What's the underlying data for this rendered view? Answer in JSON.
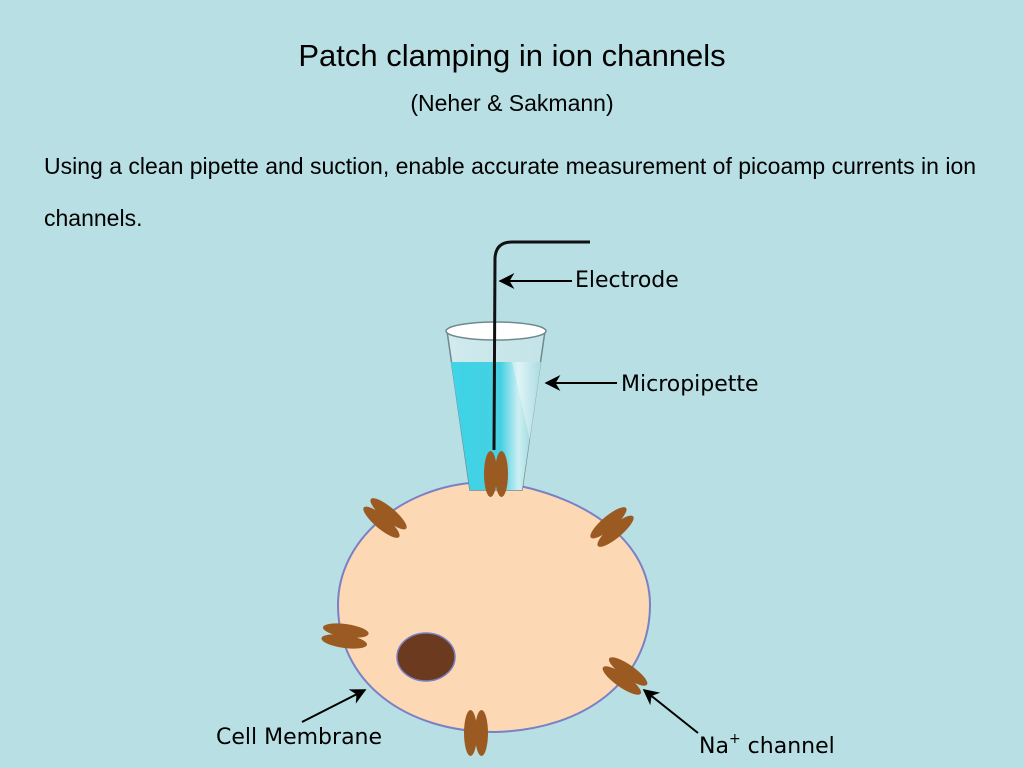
{
  "slide": {
    "title": "Patch clamping in ion channels",
    "subtitle": "(Neher & Sakmann)",
    "body": "Using a clean pipette and suction, enable accurate measurement of picoamp currents in ion channels."
  },
  "diagram": {
    "labels": {
      "electrode": "Electrode",
      "micropipette": "Micropipette",
      "cell_membrane": "Cell Membrane",
      "na_channel_base": "Na",
      "na_channel_sup": "+",
      "na_channel_rest": " channel"
    },
    "colors": {
      "background": "#b8dfe4",
      "cell_fill": "#fcd9b4",
      "cell_outline": "#7b7fc4",
      "nucleus": "#6b3a1f",
      "channel": "#9a5a22",
      "pipette_liquid": "#39d2e6",
      "pipette_rim": "#ffffff"
    }
  }
}
